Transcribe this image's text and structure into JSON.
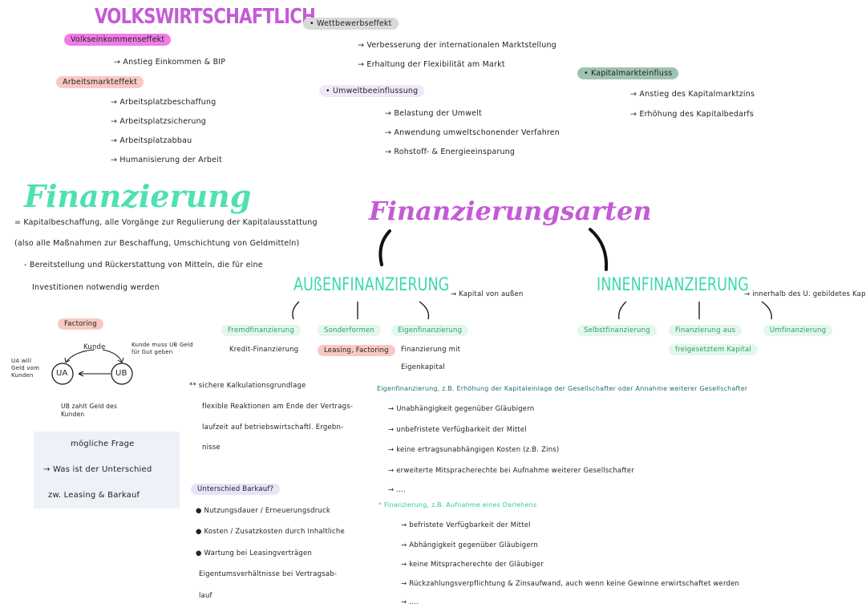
{
  "colors": {
    "purple": "#c45bd6",
    "mint": "#4fe0b3",
    "pink_pill": "#f07ce6",
    "salmon_pill": "#f8c9c3",
    "gray_pill": "#d9d9d9",
    "lavender_pill": "#efe8fb",
    "sage_pill": "#9ec3b3",
    "teal_text": "#1f6f73"
  },
  "volks": {
    "title": "VOLKSWIRTSCHAFTLICH",
    "b1": "Volkseinkommenseffekt",
    "b1_sub": "Anstieg Einkommen & BIP",
    "b2": "Arbeitsmarkteffekt",
    "b2_items": [
      "Arbeitsplatzbeschaffung",
      "Arbeitsplatzsicherung",
      "Arbeitsplatzabbau",
      "Humanisierung der Arbeit"
    ],
    "b3": "Wettbewerbseffekt",
    "b3_items": [
      "Verbesserung der internationalen Marktstellung",
      "Erhaltung der Flexibilität am Markt"
    ],
    "b4": "Umweltbeeinflussung",
    "b4_items": [
      "Belastung der Umwelt",
      "Anwendung umweltschonender Verfahren",
      "Rohstoff- & Energieeinsparung"
    ],
    "b5": "Kapitalmarkteinfluss",
    "b5_items": [
      "Anstieg des Kapitalmarktzins",
      "Erhöhung des Kapitalbedarfs"
    ]
  },
  "fin": {
    "title": "Finanzierung",
    "def1": "= Kapitalbeschaffung, alle Vorgänge zur Regulierung der Kapitalausstattung",
    "def2": "(also alle Maßnahmen zur Beschaffung, Umschichtung von Geldmitteln)",
    "def3": "- Bereitstellung und Rückerstattung von Mitteln, die für eine",
    "def4": "Investitionen notwendig werden"
  },
  "arten": {
    "title": "Finanzierungsarten",
    "aussen": "AUßENFINANZIERUNG",
    "aussen_note": "Kapital von außen",
    "innen": "INNENFINANZIERUNG",
    "innen_note": "innerhalb des U. gebildetes Kapital",
    "aussen_children": [
      "Fremdfinanzierung",
      "Sonderformen",
      "Eigenfinanzierung"
    ],
    "aussen_sub1": "Kredit-Finanzierung",
    "aussen_sub2": "Leasing, Factoring",
    "aussen_sub3a": "Finanzierung mit",
    "aussen_sub3b": "Eigenkapital",
    "innen_children": [
      "Selbstfinanzierung",
      "Finanzierung aus",
      "Umfinanzierung"
    ],
    "innen_sub": "freigesetztem Kapital"
  },
  "factoring": {
    "title": "Factoring",
    "kunde": "Kunde",
    "kunde_note_1": "Kunde muss UB Geld",
    "kunde_note_2": "für Gut geben",
    "ua_note_1": "UA will",
    "ua_note_2": "Geld vom",
    "ua_note_3": "Kunden",
    "ua": "UA",
    "ub": "UB",
    "ub_note_1": "UB zahlt Geld des",
    "ub_note_2": "Kunden"
  },
  "question": {
    "line1": "mögliche Frage",
    "line2": "Was ist der Unterschied",
    "line3": "zw. Leasing & Barkauf"
  },
  "leasing": {
    "l1": "** sichere Kalkulationsgrundlage",
    "l2": "flexible Reaktionen am Ende der Vertrags-",
    "l3": "laufzeit auf betriebswirtschaftl. Ergebn-",
    "l4": "nisse",
    "head": "Unterschied Barkauf?",
    "b1": "Nutzungsdauer / Erneuerungsdruck",
    "b2": "Kosten / Zusatzkosten durch Inhaltliche",
    "b3a": "Wartung bei Leasingverträgen",
    "b3b": "Eigentumsverhältnisse bei Vertragsab-",
    "b3c": "lauf"
  },
  "eigen": {
    "head": "Eigenfinanzierung, z.B. Erhöhung der Kapitaleinlage der Gesellschafter oder Annahme weiterer Gesellschafter",
    "i1": "Unabhängigkeit gegenüber Gläubigern",
    "i2": "unbefristete Verfügbarkeit der Mittel",
    "i3": "keine ertragsunabhängigen Kosten (z.B. Zins)",
    "i4": "erweiterte Mitspracherechte bei Aufnahme weiterer Gesellschafter",
    "i5": "...."
  },
  "fremd": {
    "head": "* Finanzierung, z.B. Aufnahme eines Darlehens",
    "i1": "befristete Verfügbarkeit der Mittel",
    "i2": "Abhängigkeit gegenüber Gläubigern",
    "i3": "keine Mitspracherechte der Gläubiger",
    "i4": "Rückzahlungsverpflichtung & Zinsaufwand, auch wenn keine Gewinne erwirtschaftet werden",
    "i5": "...."
  }
}
